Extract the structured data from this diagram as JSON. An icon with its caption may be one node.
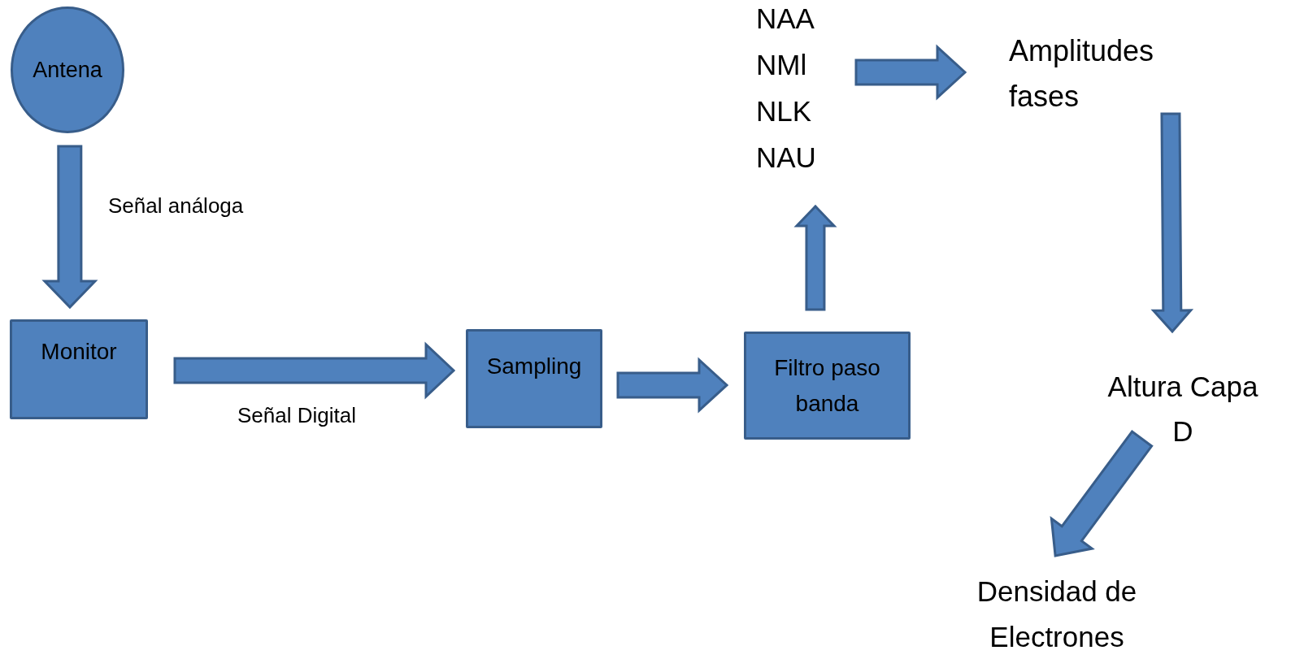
{
  "diagram": {
    "nodes": [
      {
        "text": [
          "Antena"
        ]
      },
      {
        "text": [
          "Monitor"
        ]
      },
      {
        "text": [
          "Sampling"
        ]
      },
      {
        "text": [
          "Filtro paso banda"
        ]
      },
      {
        "text": [
          "NAA NMl NLK NAU"
        ]
      },
      {
        "text": [
          "Amplitudes fases"
        ]
      },
      {
        "text": [
          "Altura Capa D"
        ]
      },
      {
        "text": [
          "Densidad de Electrones"
        ]
      }
    ],
    "edges": [
      {
        "from": 0,
        "to": 1,
        "arrow": "to",
        "label": "Señal análoga"
      },
      {
        "from": 1,
        "to": 2,
        "arrow": "to",
        "label": "Señal Digital"
      },
      {
        "from": 2,
        "to": 3,
        "arrow": "to"
      },
      {
        "from": 3,
        "to": 4,
        "arrow": "to"
      },
      {
        "from": 4,
        "to": 5,
        "arrow": "to"
      },
      {
        "from": 5,
        "to": 6,
        "arrow": "to"
      },
      {
        "from": 6,
        "to": 7,
        "arrow": "to"
      }
    ]
  }
}
